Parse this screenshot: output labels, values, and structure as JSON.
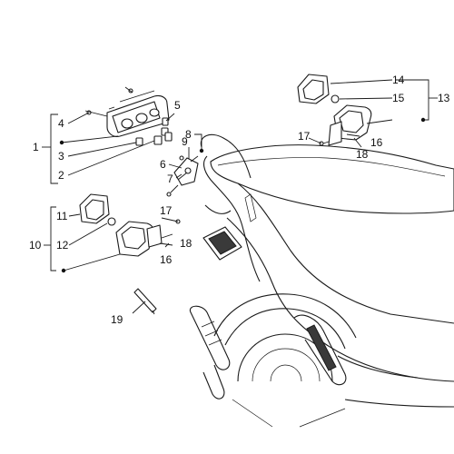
{
  "labels": {
    "l1": "1",
    "l2": "2",
    "l3": "3",
    "l4": "4",
    "l5": "5",
    "l6": "6",
    "l7": "7",
    "l8": "8",
    "l9": "9",
    "l10": "10",
    "l11": "11",
    "l12": "12",
    "l13": "13",
    "l14": "14",
    "l15": "15",
    "l16a": "16",
    "l16b": "16",
    "l17a": "17",
    "l17b": "17",
    "l18a": "18",
    "l18b": "18",
    "l19": "19"
  }
}
